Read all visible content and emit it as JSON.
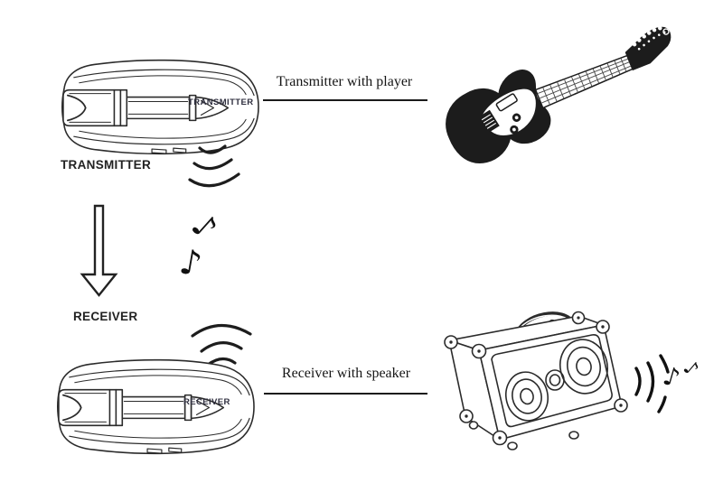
{
  "page": {
    "background": "#ffffff",
    "line_color": "#2b2b2b",
    "text_color": "#1c1c1c"
  },
  "devices": {
    "transmitter": {
      "on_device_label": "TRANSMITTER",
      "caption": "TRANSMITTER"
    },
    "receiver": {
      "on_device_label": "RECEIVER",
      "caption": "RECEIVER"
    }
  },
  "connections": {
    "top": {
      "label": "Transmitter with player"
    },
    "bottom": {
      "label": "Receiver with speaker"
    }
  },
  "illustrations": {
    "guitar": "electric-guitar",
    "speaker": "portable-speaker-amp",
    "arrow": "down-arrow",
    "transmitter_waves": "wireless-signal-waves",
    "receiver_waves": "wireless-signal-waves",
    "speaker_waves": "sound-waves"
  },
  "glyphs": {
    "music_note": "♪"
  }
}
